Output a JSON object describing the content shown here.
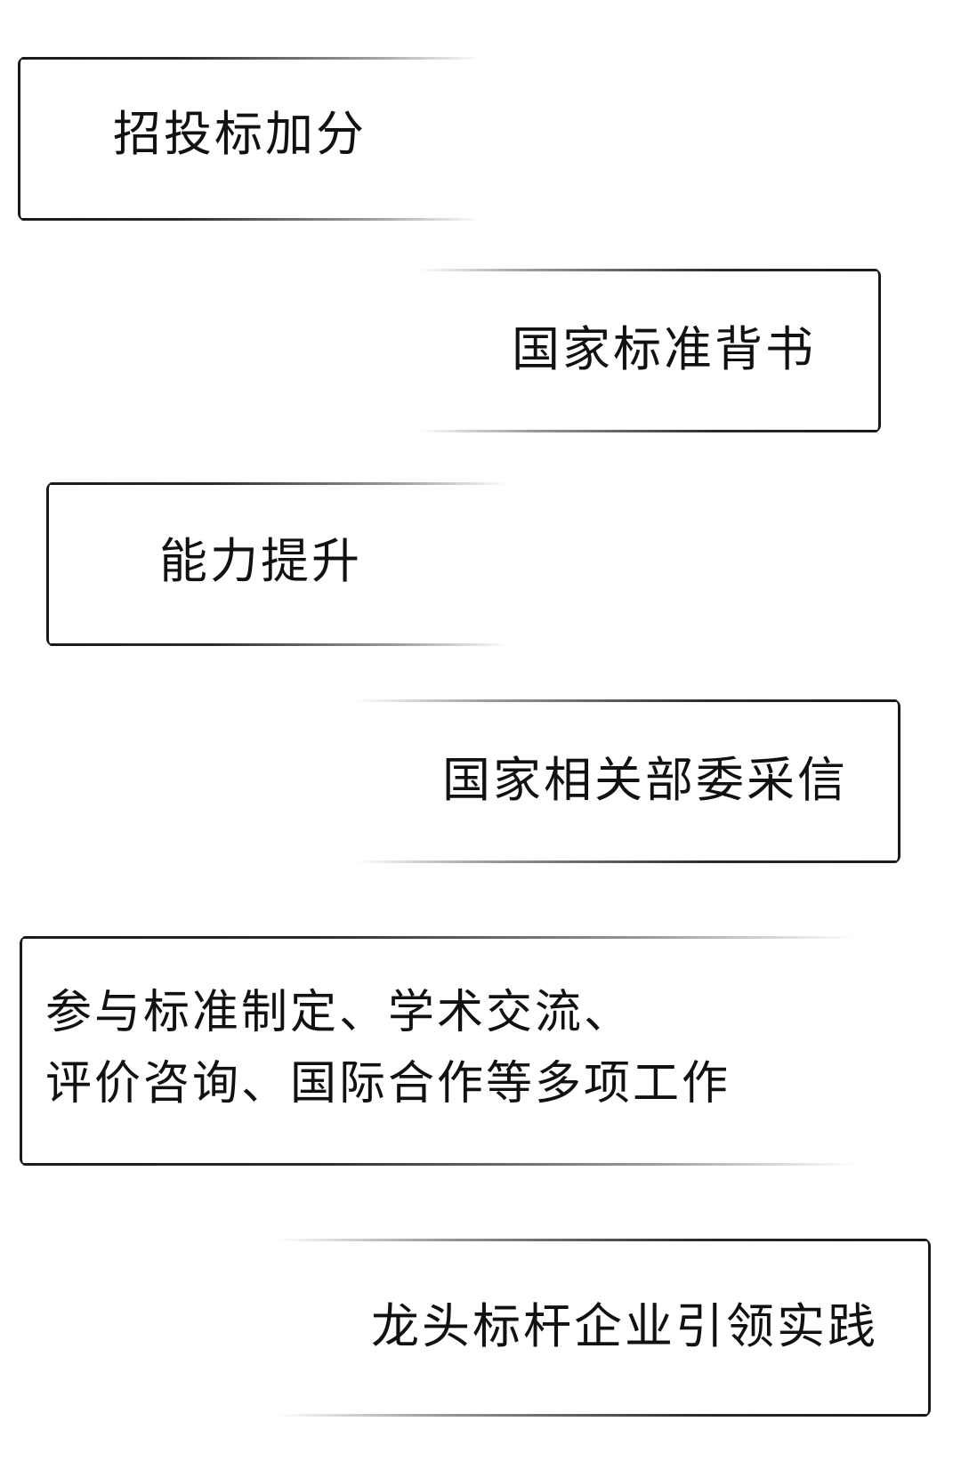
{
  "items": [
    {
      "label": "招投标加分"
    },
    {
      "label": "国家标准背书"
    },
    {
      "label": "能力提升"
    },
    {
      "label": "国家相关部委采信"
    },
    {
      "lines": [
        "参与标准制定、学术交流、",
        "评价咨询、国际合作等多项工作"
      ]
    },
    {
      "label": "龙头标杆企业引领实践"
    }
  ],
  "colors": {
    "border": "#1a1a1a",
    "text": "#111111",
    "background": "#ffffff"
  }
}
